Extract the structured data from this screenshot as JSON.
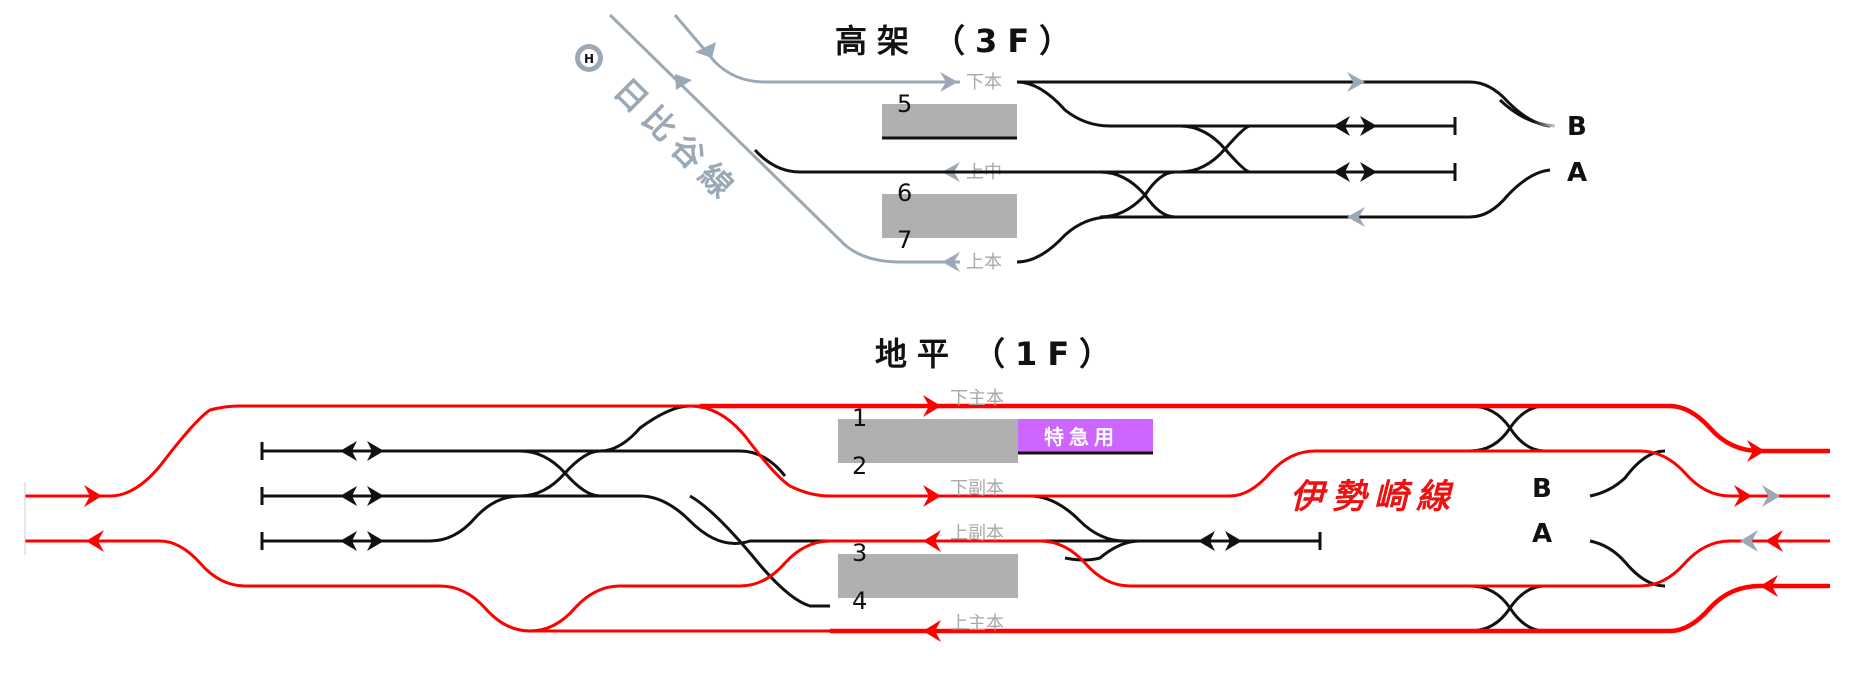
{
  "colors": {
    "ise_line": "#ff0000",
    "hibiya_line": "#9aa9b5",
    "siding": "#111111",
    "platform": "#b0b0b0",
    "special_platform": "#cc66ff",
    "track_label": "#a8a8a8"
  },
  "upper_floor": {
    "title": "高架（3F）",
    "title_chars": [
      "高",
      "架",
      "（",
      "3",
      "F",
      "）"
    ],
    "line_name": "日比谷線",
    "line_name_chars": [
      "日",
      "比",
      "谷",
      "線"
    ],
    "line_badge": "H",
    "tracks": [
      {
        "label": "下本"
      },
      {
        "label": "上中"
      },
      {
        "label": "上本"
      }
    ],
    "platforms": [
      {
        "numbers": [
          "5"
        ]
      },
      {
        "numbers": [
          "6",
          "7"
        ]
      }
    ],
    "directions": [
      "B",
      "A"
    ]
  },
  "ground_floor": {
    "title": "地平（1F）",
    "title_chars": [
      "地",
      "平",
      "（",
      "1",
      "F",
      "）"
    ],
    "line_name": "伊勢崎線",
    "line_name_chars": [
      "伊",
      "勢",
      "崎",
      "線"
    ],
    "tracks": [
      {
        "label": "下主本"
      },
      {
        "label": "下副本"
      },
      {
        "label": "上副本"
      },
      {
        "label": "上主本"
      }
    ],
    "platforms": [
      {
        "numbers": [
          "1",
          "2"
        ]
      },
      {
        "numbers": [
          "3",
          "4"
        ]
      }
    ],
    "special_platform": {
      "label": "特急用",
      "chars": [
        "特",
        "急",
        "用"
      ]
    },
    "directions": [
      "B",
      "A"
    ]
  }
}
